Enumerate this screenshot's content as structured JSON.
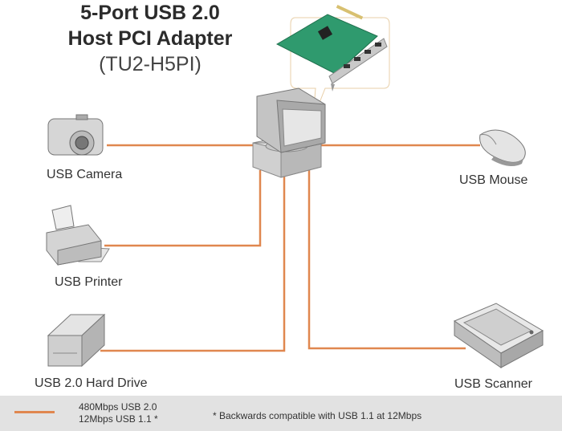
{
  "title": {
    "line1": "5-Port USB 2.0",
    "line2": "Host PCI Adapter",
    "model": "(TU2-H5PI)"
  },
  "devices": {
    "camera": "USB Camera",
    "printer": "USB Printer",
    "hard_drive": "USB 2.0 Hard Drive",
    "mouse": "USB Mouse",
    "scanner": "USB Scanner"
  },
  "legend": {
    "line1": "480Mbps USB 2.0",
    "line2": "12Mbps USB 1.1 *",
    "note": "* Backwards compatible with USB 1.1 at 12Mbps"
  },
  "colors": {
    "cable": "#e0874f",
    "legend_bg": "#e2e2e2"
  }
}
